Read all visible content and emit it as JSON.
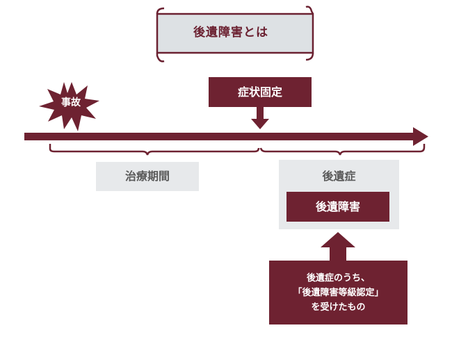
{
  "title": "後遺障害とは",
  "accident": "事故",
  "symptom_fixed": "症状固定",
  "treatment_period": "治療期間",
  "sequela": "後遺症",
  "disability": "後遺障害",
  "note": {
    "line1": "後遺症のうち、",
    "line2": "「後遺障害等級認定」",
    "line3": "を受けたもの"
  },
  "colors": {
    "maroon": "#6e2231",
    "grey": "#e7e9eb",
    "scroll": "#d9dde0"
  }
}
